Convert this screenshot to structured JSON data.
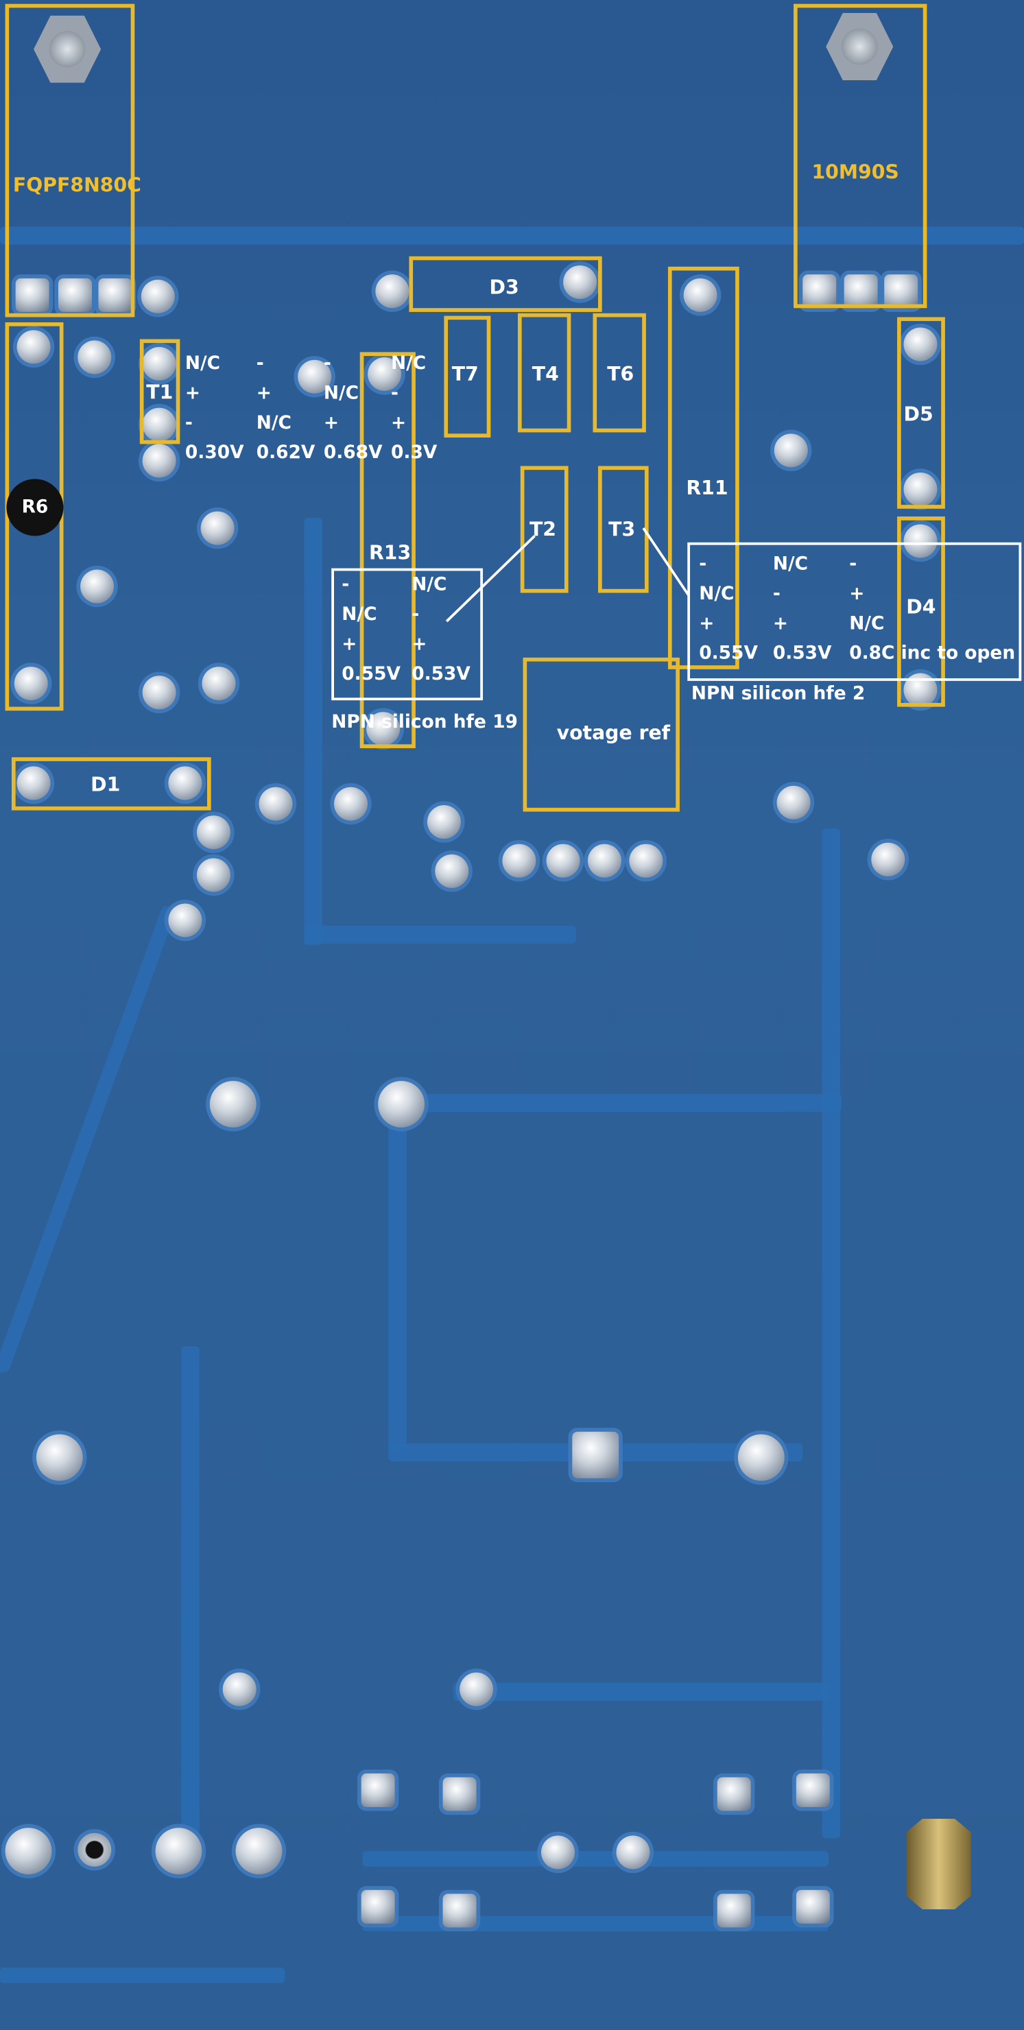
{
  "components": {
    "fqpf": "FQPF8N80C",
    "m10": "10M90S",
    "d1": "D1",
    "d3": "D3",
    "d4": "D4",
    "d5": "D5",
    "t1": "T1",
    "t2": "T2",
    "t3": "T3",
    "t4": "T4",
    "t6": "T6",
    "t7": "T7",
    "r6": "R6",
    "r11": "R11",
    "r13": "R13",
    "vref": "votage ref"
  },
  "t1_readings": [
    {
      "rows": [
        "N/C",
        "+",
        "-",
        "0.30V"
      ]
    },
    {
      "rows": [
        "-",
        "+",
        "N/C",
        "0.62V"
      ]
    },
    {
      "rows": [
        "-",
        "N/C",
        "+",
        "0.68V"
      ]
    },
    {
      "rows": [
        "N/C",
        "-",
        "+",
        "0.3V"
      ]
    }
  ],
  "t2_readings": {
    "columns": [
      {
        "rows": [
          "-",
          "N/C",
          "+",
          "0.55V"
        ]
      },
      {
        "rows": [
          "N/C",
          "-",
          "+",
          "0.53V"
        ]
      }
    ],
    "note": "NPN silicon hfe 19"
  },
  "t3_readings": {
    "columns": [
      {
        "rows": [
          "-",
          "N/C",
          "+",
          "0.55V"
        ]
      },
      {
        "rows": [
          "N/C",
          "-",
          "+",
          "0.53V"
        ]
      },
      {
        "rows": [
          "-",
          "+",
          "N/C",
          "0.8C inc to open"
        ]
      }
    ],
    "note": "NPN silicon hfe 2"
  },
  "colors": {
    "board": "#2d5f96",
    "component_box": "#e8b92a",
    "annotation": "#ffffff"
  }
}
